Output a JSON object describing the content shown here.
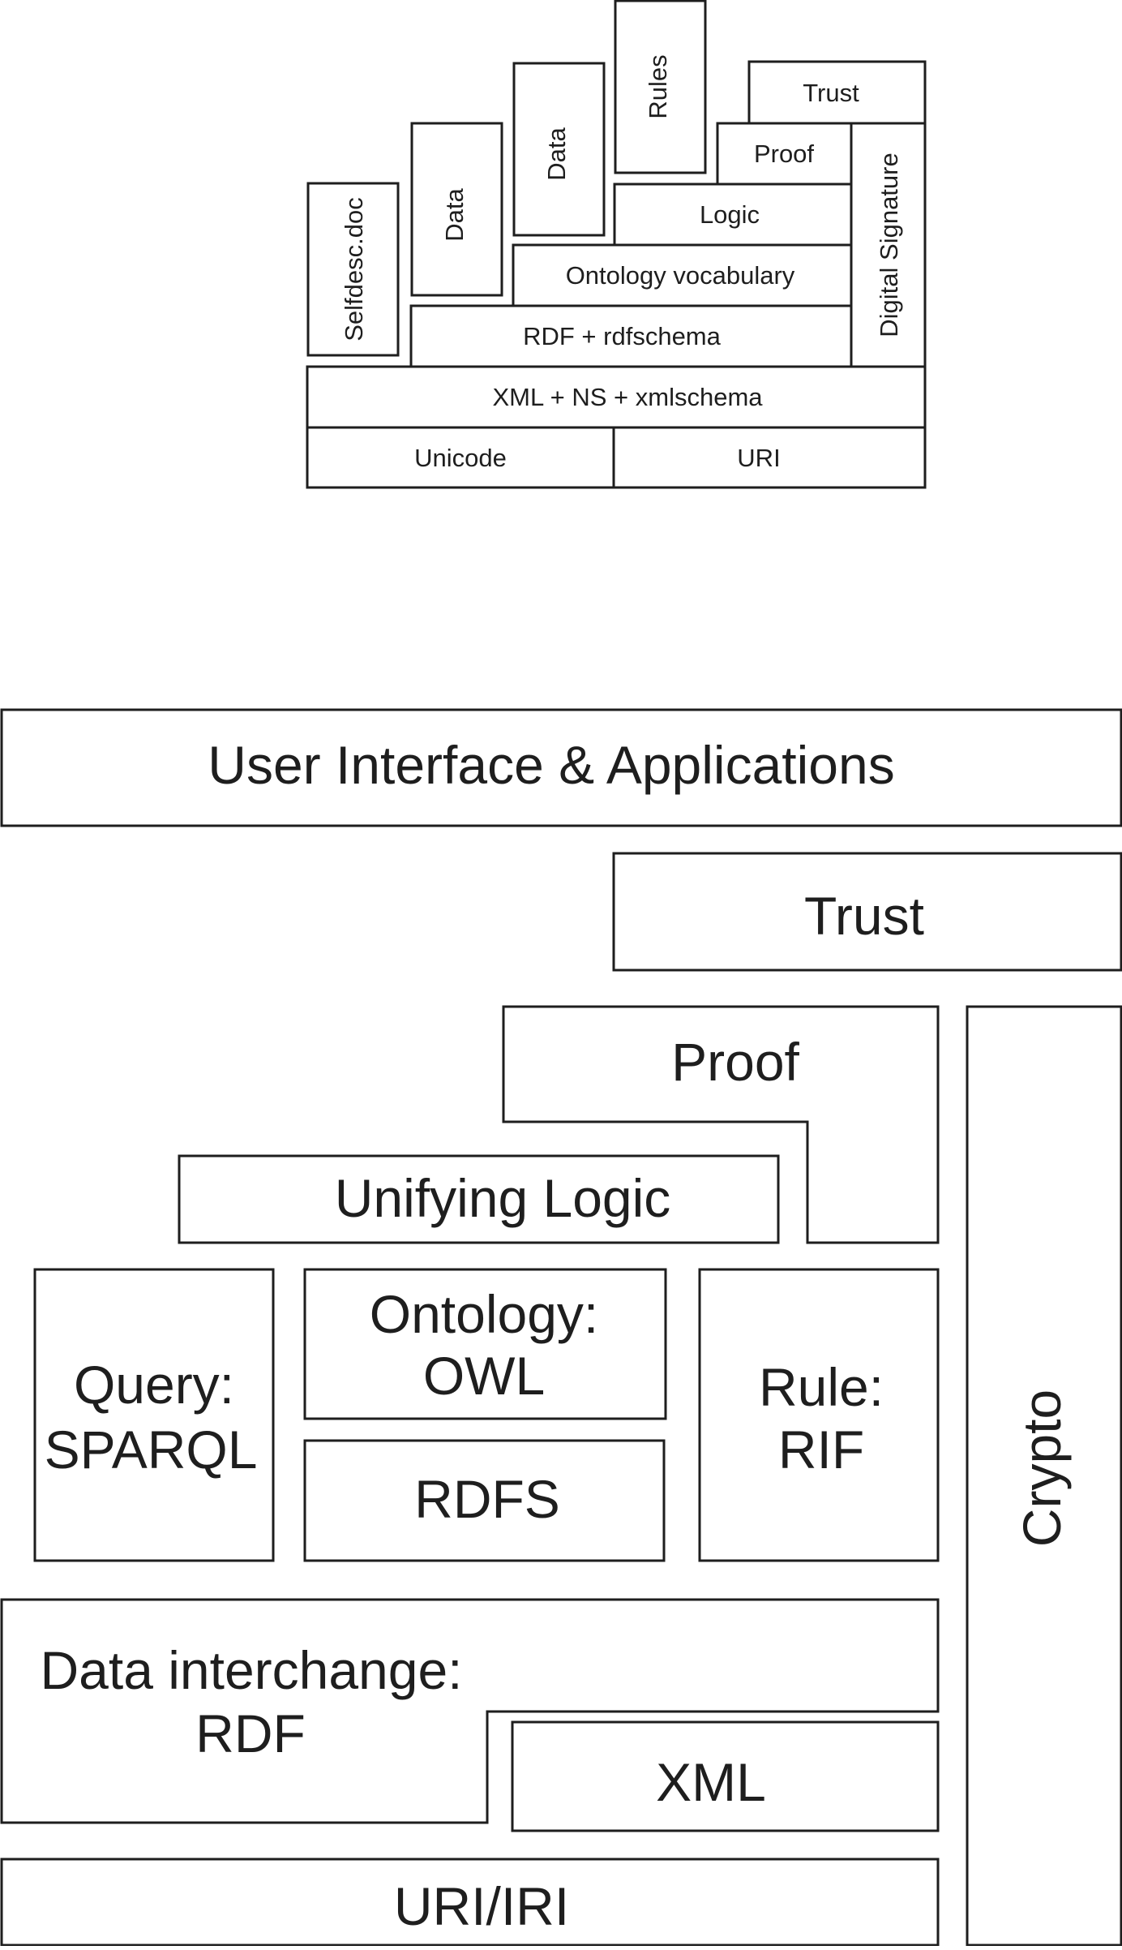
{
  "colors": {
    "stroke": "#1e1e1e",
    "fill": "#ffffff",
    "text": "#1e1e1e"
  },
  "old_stack": {
    "unicode": "Unicode",
    "uri": "URI",
    "xml": "XML + NS + xmlschema",
    "rdf": "RDF + rdfschema",
    "ontology": "Ontology vocabulary",
    "logic": "Logic",
    "proof": "Proof",
    "trust": "Trust",
    "digital_signature": "Digital Signature",
    "selfdesc": "Selfdesc.doc",
    "data_1": "Data",
    "data_2": "Data",
    "rules": "Rules"
  },
  "new_stack": {
    "ui_apps": "User Interface & Applications",
    "trust": "Trust",
    "proof": "Proof",
    "unifying_logic": "Unifying Logic",
    "query": [
      "Query:",
      "SPARQL"
    ],
    "ontology": [
      "Ontology:",
      "OWL"
    ],
    "rule": [
      "Rule:",
      "RIF"
    ],
    "rdfs": "RDFS",
    "data_interchange": [
      "Data interchange:",
      "RDF"
    ],
    "xml": "XML",
    "uri_iri": "URI/IRI",
    "crypto": "Crypto"
  }
}
